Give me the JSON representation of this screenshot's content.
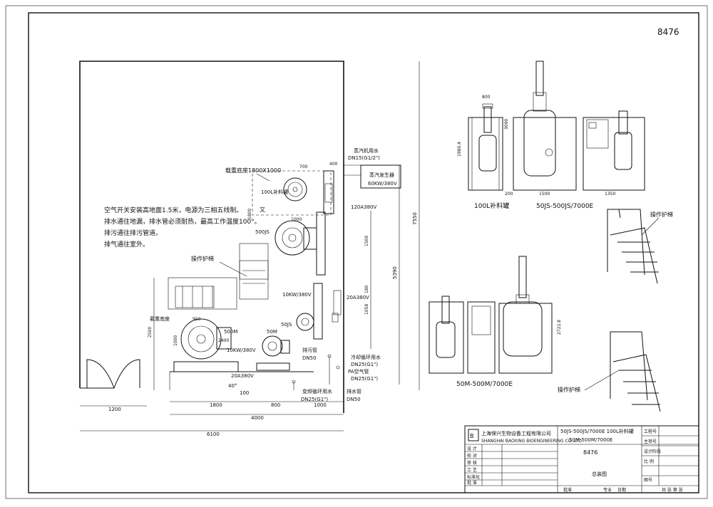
{
  "drawing_no": "8476",
  "plan": {
    "notes": [
      "空气开关安装高地面1.5米，电源为三相五线制。",
      "排水通往地漏，排水管必须耐热，最高工作温度100°。",
      "排污通往排污管道。",
      "排气通往室外。"
    ],
    "labels": {
      "platform_top": "载重底座1800X1000",
      "tank100": "100L补料罐",
      "js500": "500JS",
      "operating_platform": "操作护梯",
      "platform_bottom": "载重底座",
      "m500": "500M",
      "m50": "50M",
      "kw10_top": "10KW/380V",
      "kw10_bottom": "10KW/380V",
      "a20_left": "20A380V",
      "a20_right": "20A380V",
      "a120": "120A380V",
      "steam_inlet": "蒸汽机用水",
      "dn15": "DN15(G1/2\")",
      "steam_gen_title": "蒸汽发生器",
      "steam_gen_power": "60KW/380V",
      "drain_pipe": "排污管",
      "dn50_a": "DN50",
      "cooling_in": "冷却循环用水",
      "dn25_a": "DN25(G1\")",
      "pa_pipe": "PA空气管",
      "dn25_b": "DN25(G1\")",
      "cooling_out": "变频循环用水",
      "dn25_c": "DN25(G1\")",
      "drain_water": "排水管",
      "dn50_b": "DN50",
      "b50js": "50JS"
    },
    "dims": {
      "d6100": "6100",
      "d4000": "4000",
      "d1200": "1200",
      "d1800": "1800",
      "d800": "800",
      "d1000": "1000",
      "d100": "100",
      "d7550": "7550",
      "d5390": "5390",
      "d2500": "2500",
      "d1500": "1500",
      "d1058": "1058",
      "d180": "180",
      "d700": "700",
      "d400": "400",
      "d950": "950",
      "d2400": "2400",
      "d1800v": "1800",
      "d1000b": "1000",
      "d1000c": "1000"
    }
  },
  "elevations": {
    "top_captions": [
      "100L补料罐",
      "50JS-500JS/7000E"
    ],
    "top_dims": {
      "d800": "800",
      "d200": "200",
      "d1500": "1500",
      "d1350": "1350",
      "d1980": "1980.4",
      "d3090": "3090"
    },
    "bottom_caption": "50M-500M/7000E",
    "bottom_dim": "2722.8",
    "ladder_label": "操作护梯"
  },
  "title_block": {
    "company": "上海保兴生物设备工程有限公司",
    "company_en": "SHANGHAI BAOXING BIOENGINEERING CO.,LTD",
    "product_line1": "50JS-500JS/7000E    100L补料罐",
    "product_line2": "50M-500M/7000E",
    "drawing_no": "8476",
    "drawing_name": "总装图",
    "left_rows": [
      "设 计",
      "校 对",
      "审 核",
      "工 艺",
      "标准化",
      "批 准"
    ],
    "right_rows": [
      "工程号",
      "主项号",
      "设计阶段",
      "比 例",
      "图号"
    ],
    "bottom": [
      "批准",
      "专业",
      "日期",
      "共 张 第 张"
    ]
  }
}
